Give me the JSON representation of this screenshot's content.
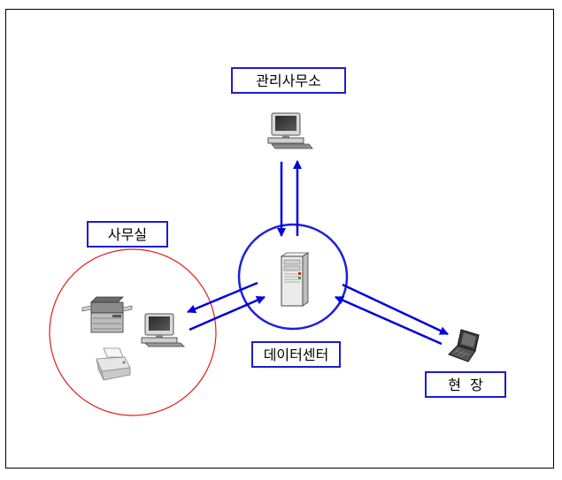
{
  "labels": {
    "admin_office": "관리사무소",
    "office": "사무실",
    "data_center": "데이터센터",
    "site": "현  장"
  },
  "colors": {
    "arrow": "#0000dd",
    "label_border": "#1c1cd2",
    "datacenter_circle": "#1e1ee0",
    "office_circle": "#e01e1e",
    "frame": "#000000"
  },
  "icons": [
    "desktop-computer-icon",
    "server-tower-icon",
    "copier-icon",
    "printer-icon",
    "laptop-icon"
  ]
}
